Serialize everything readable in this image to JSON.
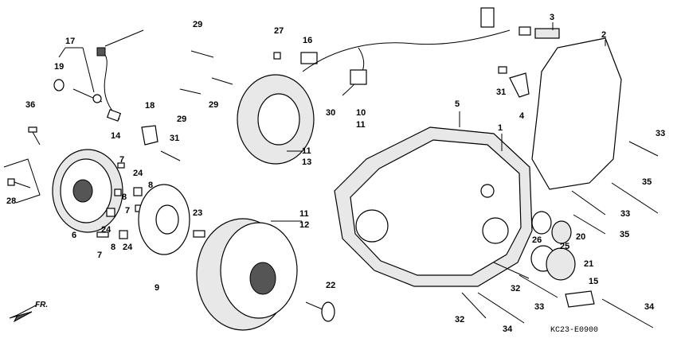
{
  "diagram": {
    "code": "KC23-E0900",
    "direction_label": "FR.",
    "callouts": [
      {
        "id": "c1",
        "text": "1"
      },
      {
        "id": "c2",
        "text": "2"
      },
      {
        "id": "c3",
        "text": "3"
      },
      {
        "id": "c4",
        "text": "4"
      },
      {
        "id": "c5",
        "text": "5"
      },
      {
        "id": "c6",
        "text": "6"
      },
      {
        "id": "c7a",
        "text": "7"
      },
      {
        "id": "c7b",
        "text": "7"
      },
      {
        "id": "c7c",
        "text": "7"
      },
      {
        "id": "c8a",
        "text": "8"
      },
      {
        "id": "c8b",
        "text": "8"
      },
      {
        "id": "c8c",
        "text": "8"
      },
      {
        "id": "c9",
        "text": "9"
      },
      {
        "id": "c10",
        "text": "10"
      },
      {
        "id": "c11a",
        "text": "11"
      },
      {
        "id": "c11b",
        "text": "11"
      },
      {
        "id": "c11c",
        "text": "11"
      },
      {
        "id": "c12",
        "text": "12"
      },
      {
        "id": "c13",
        "text": "13"
      },
      {
        "id": "c14",
        "text": "14"
      },
      {
        "id": "c15",
        "text": "15"
      },
      {
        "id": "c16",
        "text": "16"
      },
      {
        "id": "c17",
        "text": "17"
      },
      {
        "id": "c18",
        "text": "18"
      },
      {
        "id": "c19",
        "text": "19"
      },
      {
        "id": "c20",
        "text": "20"
      },
      {
        "id": "c21",
        "text": "21"
      },
      {
        "id": "c22",
        "text": "22"
      },
      {
        "id": "c23",
        "text": "23"
      },
      {
        "id": "c24a",
        "text": "24"
      },
      {
        "id": "c24b",
        "text": "24"
      },
      {
        "id": "c24c",
        "text": "24"
      },
      {
        "id": "c25",
        "text": "25"
      },
      {
        "id": "c26",
        "text": "26"
      },
      {
        "id": "c27",
        "text": "27"
      },
      {
        "id": "c28",
        "text": "28"
      },
      {
        "id": "c29a",
        "text": "29"
      },
      {
        "id": "c29b",
        "text": "29"
      },
      {
        "id": "c29c",
        "text": "29"
      },
      {
        "id": "c30",
        "text": "30"
      },
      {
        "id": "c31a",
        "text": "31"
      },
      {
        "id": "c31b",
        "text": "31"
      },
      {
        "id": "c32a",
        "text": "32"
      },
      {
        "id": "c32b",
        "text": "32"
      },
      {
        "id": "c33a",
        "text": "33"
      },
      {
        "id": "c33b",
        "text": "33"
      },
      {
        "id": "c33c",
        "text": "33"
      },
      {
        "id": "c34a",
        "text": "34"
      },
      {
        "id": "c34b",
        "text": "34"
      },
      {
        "id": "c35a",
        "text": "35"
      },
      {
        "id": "c35b",
        "text": "35"
      },
      {
        "id": "c36",
        "text": "36"
      }
    ]
  }
}
